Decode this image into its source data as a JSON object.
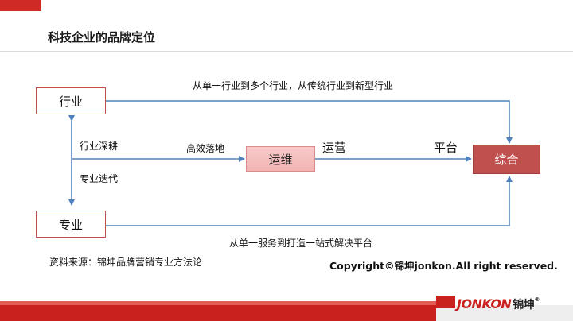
{
  "title": "科技企业的品牌定位",
  "nodes": {
    "industry": "行业",
    "profession": "专业",
    "operation": "运维",
    "integrated": "综合"
  },
  "edge_labels": {
    "top": "从单一行业到多个行业，从传统行业到新型行业",
    "bottom": "从单一服务到打造一站式解决平台",
    "deep": "行业深耕",
    "iterate": "专业迭代",
    "landing": "高效落地",
    "running": "运营",
    "platform": "平台"
  },
  "source": "资料来源：锦坤品牌营销专业方法论",
  "copyright": "Copyright©锦坤jonkon.All right reserved.",
  "logo": {
    "brand": "JONKON",
    "cn": "锦坤",
    "reg": "®"
  },
  "colors": {
    "accent": "#c0504d",
    "arrow": "#4f81bd",
    "footer_red": "#c9211e"
  }
}
